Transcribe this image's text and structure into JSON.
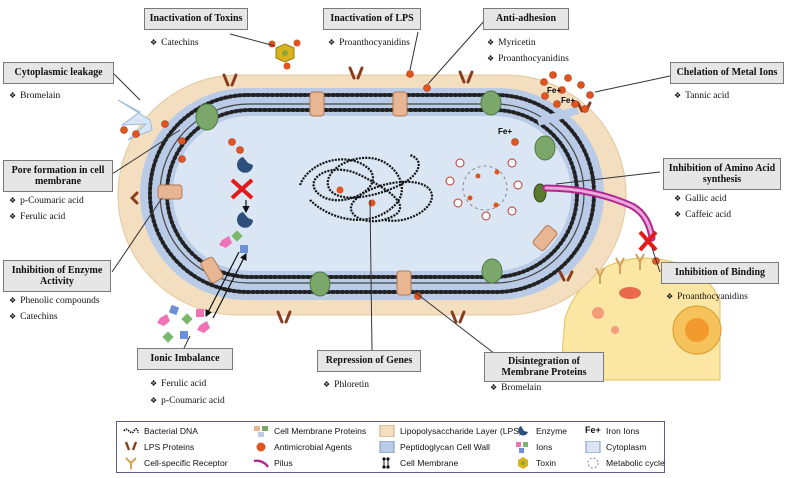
{
  "boxes": {
    "toxins": {
      "title": "Inactivation of Toxins",
      "items": [
        "Catechins"
      ]
    },
    "lps": {
      "title": "Inactivation of LPS",
      "items": [
        "Proanthocyanidins"
      ]
    },
    "adhesion": {
      "title": "Anti-adhesion",
      "items": [
        "Myricetin",
        "Proanthocyanidins"
      ]
    },
    "cytoleak": {
      "title": "Cytoplasmic leakage",
      "items": [
        "Bromelain"
      ]
    },
    "chelation": {
      "title": "Chelation of Metal Ions",
      "items": [
        "Tannic acid"
      ]
    },
    "pore": {
      "title": "Pore formation in cell membrane",
      "items": [
        "p-Coumaric acid",
        "Ferulic acid"
      ]
    },
    "amino": {
      "title": "Inhibition of Amino Acid synthesis",
      "items": [
        "Gallic acid",
        "Caffeic acid"
      ]
    },
    "enzyme": {
      "title": "Inhibition of Enzyme Activity",
      "items": [
        "Phenolic compounds",
        "Catechins"
      ]
    },
    "binding": {
      "title": "Inhibition of Binding",
      "items": [
        "Proanthocyanidins"
      ]
    },
    "ionic": {
      "title": "Ionic Imbalance",
      "items": [
        "Ferulic acid",
        "p-Coumaric acid"
      ]
    },
    "genes": {
      "title": "Repression of Genes",
      "items": [
        "Phloretin"
      ]
    },
    "disint": {
      "title": "Disintegration of Membrane Proteins",
      "items": [
        "Bromelain"
      ]
    }
  },
  "diagram_labels": {
    "fe1": "Fe+",
    "fe2": "Fe+",
    "fe3": "Fe+"
  },
  "legend": [
    {
      "label": "Bacterial DNA",
      "icon": "dna-icon"
    },
    {
      "label": "Cell Membrane Proteins",
      "icon": "membrane-protein-icon"
    },
    {
      "label": "Lipopolysaccharide Layer (LPS)",
      "icon": "lps-layer-icon"
    },
    {
      "label": "Enzyme",
      "icon": "enzyme-icon"
    },
    {
      "label": "Iron Ions",
      "icon": "iron-ion-icon",
      "symbol": "Fe+"
    },
    {
      "label": "LPS Proteins",
      "icon": "lps-protein-icon"
    },
    {
      "label": "Antimicrobial Agents",
      "icon": "antimicrobial-agent-icon"
    },
    {
      "label": "Peptidoglycan Cell Wall",
      "icon": "peptidoglycan-icon"
    },
    {
      "label": "Ions",
      "icon": "ions-icon"
    },
    {
      "label": "Cytoplasm",
      "icon": "cytoplasm-icon"
    },
    {
      "label": "Cell-specific Receptor",
      "icon": "receptor-icon"
    },
    {
      "label": "Pilus",
      "icon": "pilus-icon"
    },
    {
      "label": "Cell Membrane",
      "icon": "cell-membrane-icon"
    },
    {
      "label": "Toxin",
      "icon": "toxin-icon"
    },
    {
      "label": "Metabolic cycle",
      "icon": "metabolic-cycle-icon"
    }
  ],
  "colors": {
    "lps_layer": "#f3dfc0",
    "peptidoglycan": "#b9cbe6",
    "cytoplasm": "#dbe6f4",
    "agent": "#e0541e",
    "box_fill": "#e6e6e6"
  }
}
